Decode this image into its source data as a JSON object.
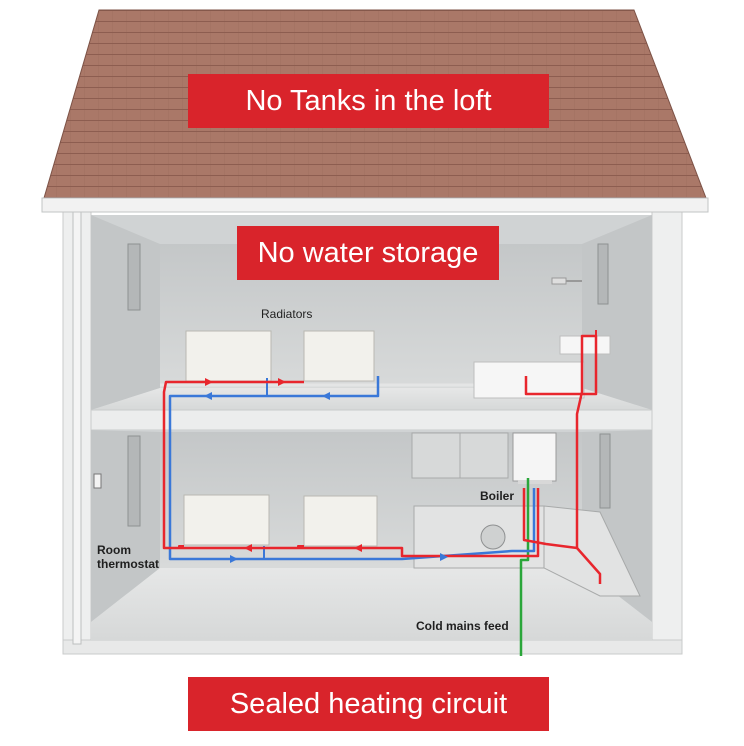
{
  "banners": {
    "top": "No Tanks in the loft",
    "middle": "No water storage",
    "bottom": "Sealed heating circuit"
  },
  "labels": {
    "radiators": "Radiators",
    "boiler": "Boiler",
    "room_thermostat_line1": "Room",
    "room_thermostat_line2": "thermostat",
    "cold_mains_feed": "Cold mains feed"
  },
  "colors": {
    "banner": "#d9242b",
    "flow_pipe": "#e8262d",
    "return_pipe": "#3a78d8",
    "cold_feed_pipe": "#2aa63a",
    "roof": "#a8766a",
    "walls": "#cfd2d3"
  }
}
